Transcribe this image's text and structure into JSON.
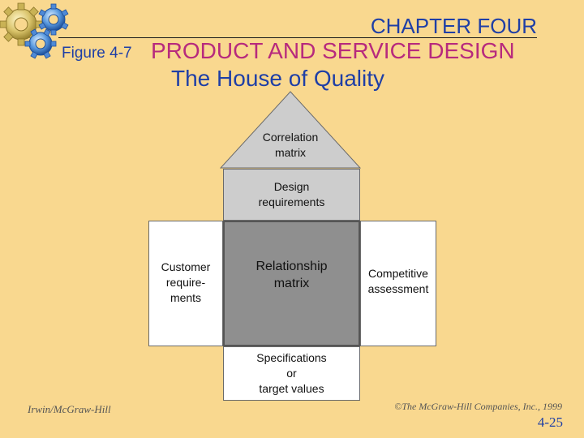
{
  "header": {
    "chapter": "CHAPTER FOUR",
    "figure_label": "Figure 4-7",
    "chapter_title": "PRODUCT AND SERVICE DESIGN",
    "slide_title": "The House of Quality"
  },
  "house": {
    "roof_label": "Correlation\nmatrix",
    "design_label": "Design\nrequirements",
    "customer_label": "Customer\nrequire-\nments",
    "relationship_label": "Relationship\nmatrix",
    "competitive_label": "Competitive\nassessment",
    "spec_label": "Specifications\nor\ntarget values"
  },
  "footer": {
    "publisher": "Irwin/McGraw-Hill",
    "copyright": "©The McGraw-Hill Companies, Inc., 1999",
    "page_number": "4-25"
  },
  "colors": {
    "background": "#F9D88F",
    "title_blue": "#1f3fa6",
    "title_magenta": "#b72a7d",
    "relationship_gray": "#8f8f8f",
    "design_gray": "#cdcdcd"
  },
  "icons": [
    "gears-icon"
  ]
}
